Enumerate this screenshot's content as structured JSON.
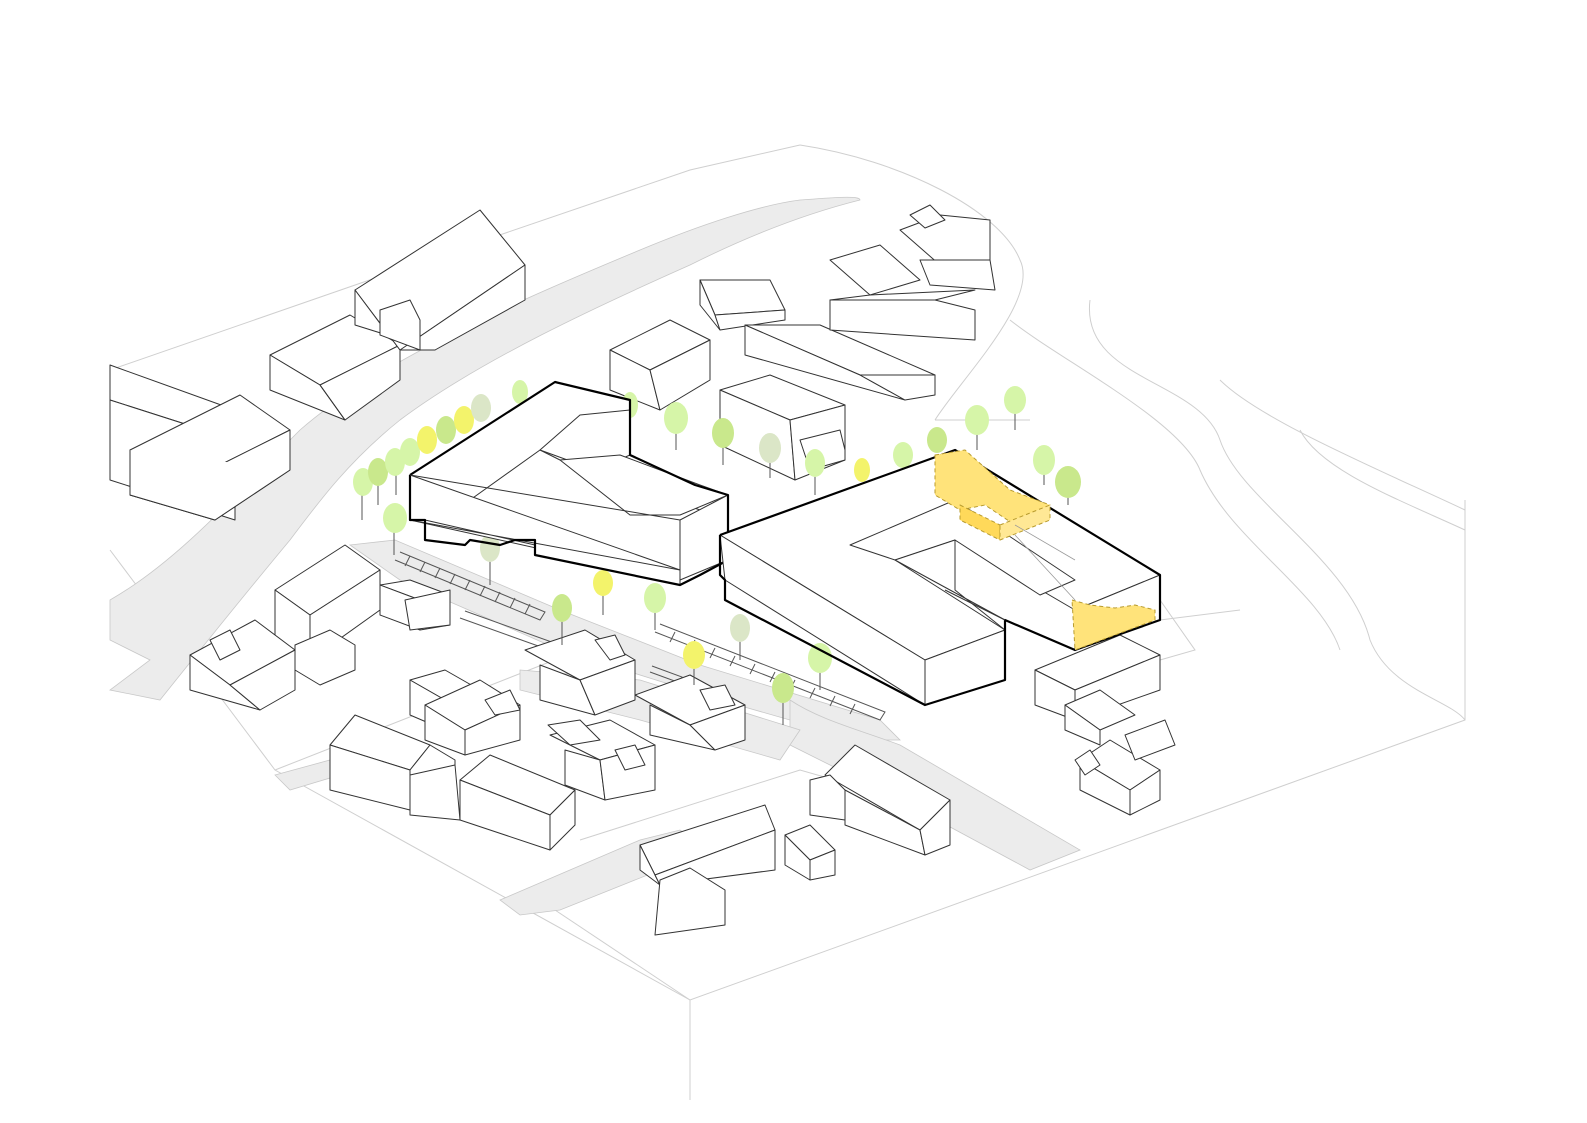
{
  "diagram": {
    "type": "isometric-site-massing",
    "colors": {
      "background": "#ffffff",
      "road": "#ececec",
      "terrain_line": "#cfcfcf",
      "context_stroke": "#333333",
      "proposal_stroke": "#000000",
      "highlight": "#ffe37a",
      "tree_light": "#d6f5a8",
      "tree_mid": "#c9e88c",
      "tree_yellow": "#f3f36b",
      "tree_grey": "#dbe6c7"
    },
    "elements": [
      {
        "name": "proposed-building-west"
      },
      {
        "name": "proposed-building-east"
      },
      {
        "name": "highlighted-volume"
      },
      {
        "name": "context-buildings"
      },
      {
        "name": "trees"
      },
      {
        "name": "parking-stalls"
      },
      {
        "name": "roads"
      },
      {
        "name": "terrain-contours"
      }
    ]
  }
}
